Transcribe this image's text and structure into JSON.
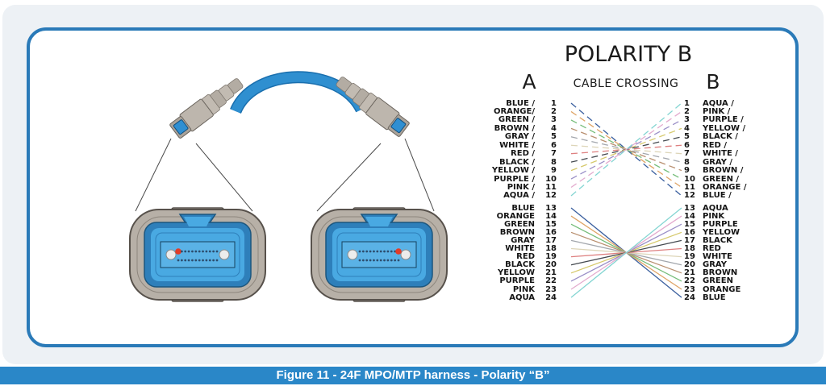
{
  "figure": {
    "title": "POLARITY B",
    "subtitle": "CABLE CROSSING",
    "side_a_label": "A",
    "side_b_label": "B",
    "caption": "Figure 11 - 24F MPO/MTP harness - Polarity “B”"
  },
  "palette": {
    "panel_bg": "#edf1f5",
    "card_border_blue": "#2a7ab8",
    "caption_bar_blue": "#2a87c8",
    "cable_blue": "#2f8fd0",
    "connector_gray": "#bab3aa",
    "face_blue_dark": "#2e7fba",
    "face_blue_light": "#49a9e2",
    "red_dot": "#e23b28"
  },
  "fiber_colors": {
    "BLUE": "#3a5f9e",
    "ORANGE": "#dfa466",
    "GREEN": "#76bd7a",
    "BROWN": "#b99070",
    "GRAY": "#a3a7ad",
    "WHITE": "#ddd5b8",
    "RED": "#de8080",
    "BLACK": "#454a50",
    "YELLOW": "#d6c96c",
    "PURPLE": "#9a8fc7",
    "PINK": "#e3abce",
    "AQUA": "#84d5d2"
  },
  "diagram": {
    "groups": [
      {
        "name": "top",
        "line_style": "dashed",
        "left": [
          {
            "n": 1,
            "label": "BLUE /"
          },
          {
            "n": 2,
            "label": "ORANGE/"
          },
          {
            "n": 3,
            "label": "GREEN /"
          },
          {
            "n": 4,
            "label": "BROWN /"
          },
          {
            "n": 5,
            "label": "GRAY /"
          },
          {
            "n": 6,
            "label": "WHITE /"
          },
          {
            "n": 7,
            "label": "RED /"
          },
          {
            "n": 8,
            "label": "BLACK /"
          },
          {
            "n": 9,
            "label": "YELLOW /"
          },
          {
            "n": 10,
            "label": "PURPLE /"
          },
          {
            "n": 11,
            "label": "PINK /"
          },
          {
            "n": 12,
            "label": "AQUA /"
          }
        ],
        "right": [
          {
            "n": 1,
            "label": "AQUA /"
          },
          {
            "n": 2,
            "label": "PINK /"
          },
          {
            "n": 3,
            "label": "PURPLE /"
          },
          {
            "n": 4,
            "label": "YELLOW /"
          },
          {
            "n": 5,
            "label": "BLACK /"
          },
          {
            "n": 6,
            "label": "RED /"
          },
          {
            "n": 7,
            "label": "WHITE /"
          },
          {
            "n": 8,
            "label": "GRAY /"
          },
          {
            "n": 9,
            "label": "BROWN /"
          },
          {
            "n": 10,
            "label": "GREEN /"
          },
          {
            "n": 11,
            "label": "ORANGE /"
          },
          {
            "n": 12,
            "label": "BLUE /"
          }
        ],
        "links": [
          {
            "a": 1,
            "b": 12,
            "color": "BLUE"
          },
          {
            "a": 2,
            "b": 11,
            "color": "ORANGE"
          },
          {
            "a": 3,
            "b": 10,
            "color": "GREEN"
          },
          {
            "a": 4,
            "b": 9,
            "color": "BROWN"
          },
          {
            "a": 5,
            "b": 8,
            "color": "GRAY"
          },
          {
            "a": 6,
            "b": 7,
            "color": "WHITE"
          },
          {
            "a": 7,
            "b": 6,
            "color": "RED"
          },
          {
            "a": 8,
            "b": 5,
            "color": "BLACK"
          },
          {
            "a": 9,
            "b": 4,
            "color": "YELLOW"
          },
          {
            "a": 10,
            "b": 3,
            "color": "PURPLE"
          },
          {
            "a": 11,
            "b": 2,
            "color": "PINK"
          },
          {
            "a": 12,
            "b": 1,
            "color": "AQUA"
          }
        ]
      },
      {
        "name": "bottom",
        "line_style": "solid",
        "left": [
          {
            "n": 13,
            "label": "BLUE"
          },
          {
            "n": 14,
            "label": "ORANGE"
          },
          {
            "n": 15,
            "label": "GREEN"
          },
          {
            "n": 16,
            "label": "BROWN"
          },
          {
            "n": 17,
            "label": "GRAY"
          },
          {
            "n": 18,
            "label": "WHITE"
          },
          {
            "n": 19,
            "label": "RED"
          },
          {
            "n": 20,
            "label": "BLACK"
          },
          {
            "n": 21,
            "label": "YELLOW"
          },
          {
            "n": 22,
            "label": "PURPLE"
          },
          {
            "n": 23,
            "label": "PINK"
          },
          {
            "n": 24,
            "label": "AQUA"
          }
        ],
        "right": [
          {
            "n": 13,
            "label": "AQUA"
          },
          {
            "n": 14,
            "label": "PINK"
          },
          {
            "n": 15,
            "label": "PURPLE"
          },
          {
            "n": 16,
            "label": "YELLOW"
          },
          {
            "n": 17,
            "label": "BLACK"
          },
          {
            "n": 18,
            "label": "RED"
          },
          {
            "n": 19,
            "label": "WHITE"
          },
          {
            "n": 20,
            "label": "GRAY"
          },
          {
            "n": 21,
            "label": "BROWN"
          },
          {
            "n": 22,
            "label": "GREEN"
          },
          {
            "n": 23,
            "label": "ORANGE"
          },
          {
            "n": 24,
            "label": "BLUE"
          }
        ],
        "links": [
          {
            "a": 13,
            "b": 24,
            "color": "BLUE"
          },
          {
            "a": 14,
            "b": 23,
            "color": "ORANGE"
          },
          {
            "a": 15,
            "b": 22,
            "color": "GREEN"
          },
          {
            "a": 16,
            "b": 21,
            "color": "BROWN"
          },
          {
            "a": 17,
            "b": 20,
            "color": "GRAY"
          },
          {
            "a": 18,
            "b": 19,
            "color": "WHITE"
          },
          {
            "a": 19,
            "b": 18,
            "color": "RED"
          },
          {
            "a": 20,
            "b": 17,
            "color": "BLACK"
          },
          {
            "a": 21,
            "b": 16,
            "color": "YELLOW"
          },
          {
            "a": 22,
            "b": 15,
            "color": "PURPLE"
          },
          {
            "a": 23,
            "b": 14,
            "color": "PINK"
          },
          {
            "a": 24,
            "b": 13,
            "color": "AQUA"
          }
        ]
      }
    ]
  },
  "faces": {
    "fiber_rows": 2,
    "fibers_per_row": 12,
    "left_red_dot_index": 0,
    "right_red_dot_index": 11
  }
}
